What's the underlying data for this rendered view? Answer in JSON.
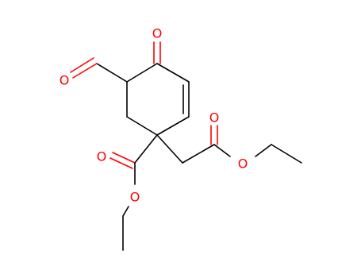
{
  "molecule": {
    "atoms": [
      {
        "id": "ketone-oxygen",
        "symbol": "O"
      },
      {
        "id": "aldehyde-oxygen",
        "symbol": "O"
      },
      {
        "id": "ester-carbonyl-oxygen-right",
        "symbol": "O"
      },
      {
        "id": "ester-ether-oxygen-right",
        "symbol": "O"
      },
      {
        "id": "ester-carbonyl-oxygen-left",
        "symbol": "O"
      },
      {
        "id": "ester-ether-oxygen-left",
        "symbol": "O"
      }
    ],
    "colors": {
      "carbon_bond": "#000000",
      "oxygen": "#ff0000",
      "background": "#ffffff"
    }
  }
}
